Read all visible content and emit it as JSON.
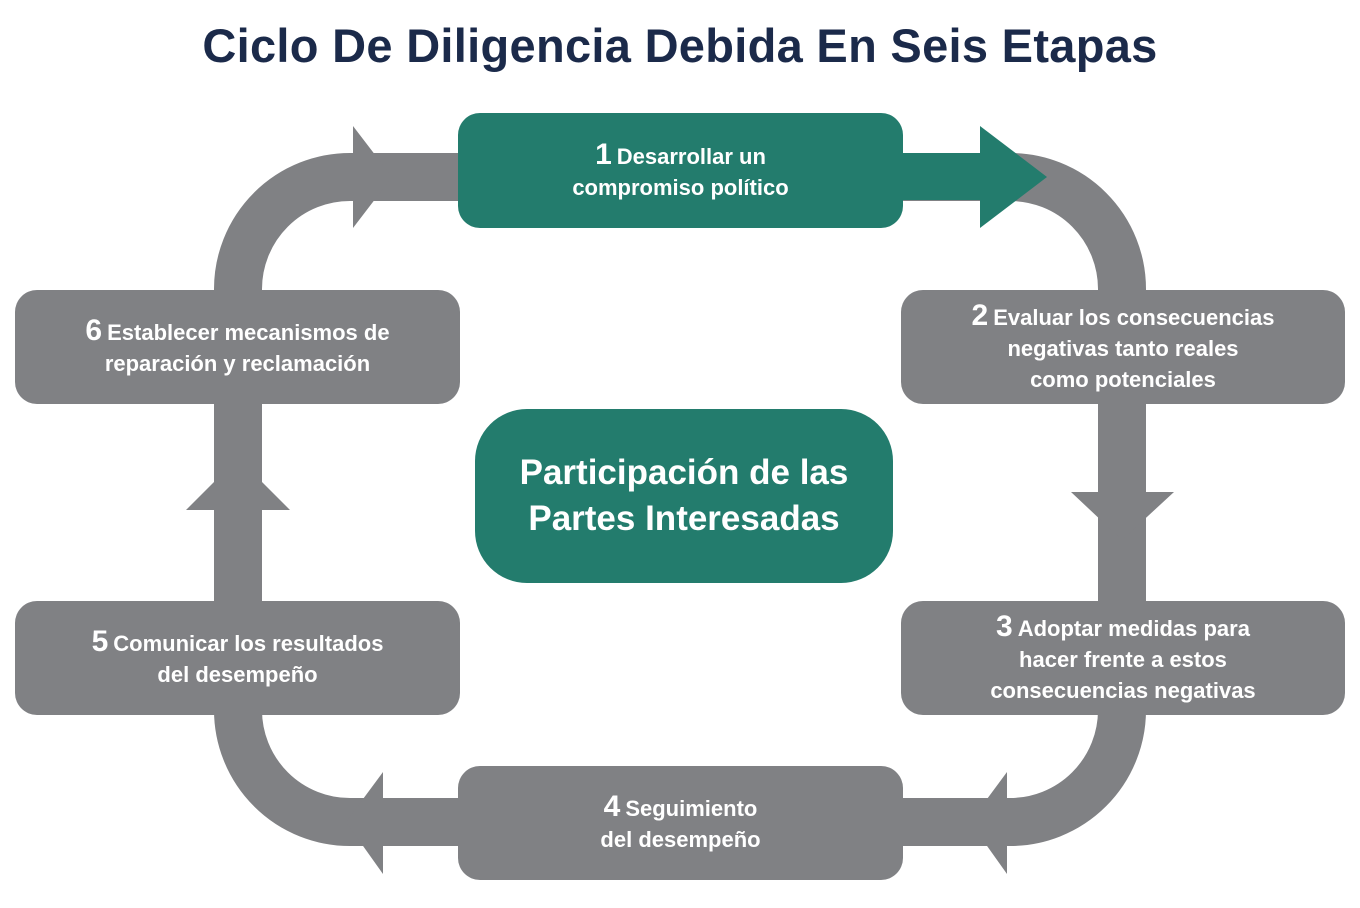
{
  "title": "Ciclo De Diligencia Debida En Seis Etapas",
  "center": {
    "text": "Participación de las Partes Interesadas"
  },
  "steps": [
    {
      "number": "1",
      "line1": "Desarrollar un",
      "line2": "compromiso político",
      "line3": ""
    },
    {
      "number": "2",
      "line1": "Evaluar los consecuencias",
      "line2": "negativas tanto reales",
      "line3": "como potenciales"
    },
    {
      "number": "3",
      "line1": "Adoptar medidas para",
      "line2": "hacer frente a estos",
      "line3": "consecuencias negativas"
    },
    {
      "number": "4",
      "line1": "Seguimiento",
      "line2": "del desempeño",
      "line3": ""
    },
    {
      "number": "5",
      "line1": "Comunicar los resultados",
      "line2": "del desempeño",
      "line3": ""
    },
    {
      "number": "6",
      "line1": "Establecer mecanismos de",
      "line2": "reparación y reclamación",
      "line3": ""
    }
  ],
  "colors": {
    "green": "#237c6d",
    "gray": "#808184",
    "title": "#1b2a4a"
  }
}
